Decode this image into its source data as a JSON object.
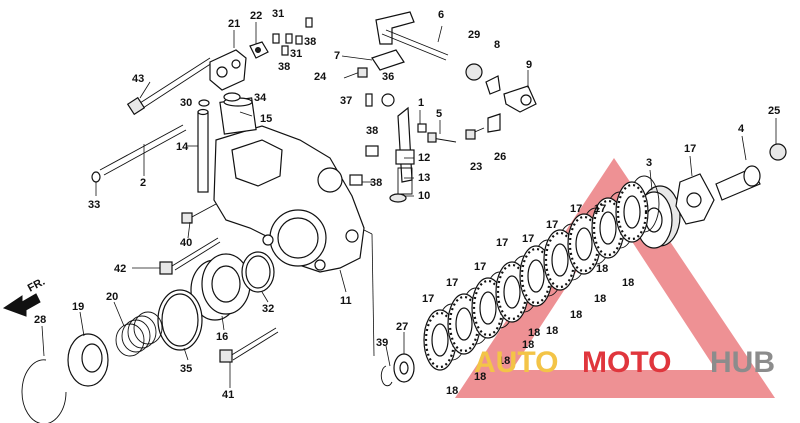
{
  "front_indicator": "FR.",
  "watermark": {
    "brand_auto": "AUTO",
    "brand_moto": "MOTO",
    "brand_hub": "HUB",
    "color_yellow": "#f3c447",
    "color_red": "#e0363d",
    "color_gray": "#8c8c8c"
  },
  "callouts": [
    "21",
    "22",
    "31",
    "31",
    "38",
    "38",
    "6",
    "29",
    "8",
    "7",
    "9",
    "43",
    "24",
    "36",
    "30",
    "34",
    "37",
    "15",
    "1",
    "5",
    "14",
    "38",
    "12",
    "2",
    "23",
    "26",
    "25",
    "4",
    "17",
    "3",
    "33",
    "38",
    "13",
    "40",
    "10",
    "17",
    "17",
    "17",
    "17",
    "42",
    "17",
    "17",
    "17",
    "32",
    "11",
    "19",
    "20",
    "28",
    "16",
    "35",
    "27",
    "39",
    "41",
    "17",
    "18",
    "18",
    "18",
    "18",
    "18",
    "18",
    "18",
    "18",
    "18",
    "18"
  ]
}
